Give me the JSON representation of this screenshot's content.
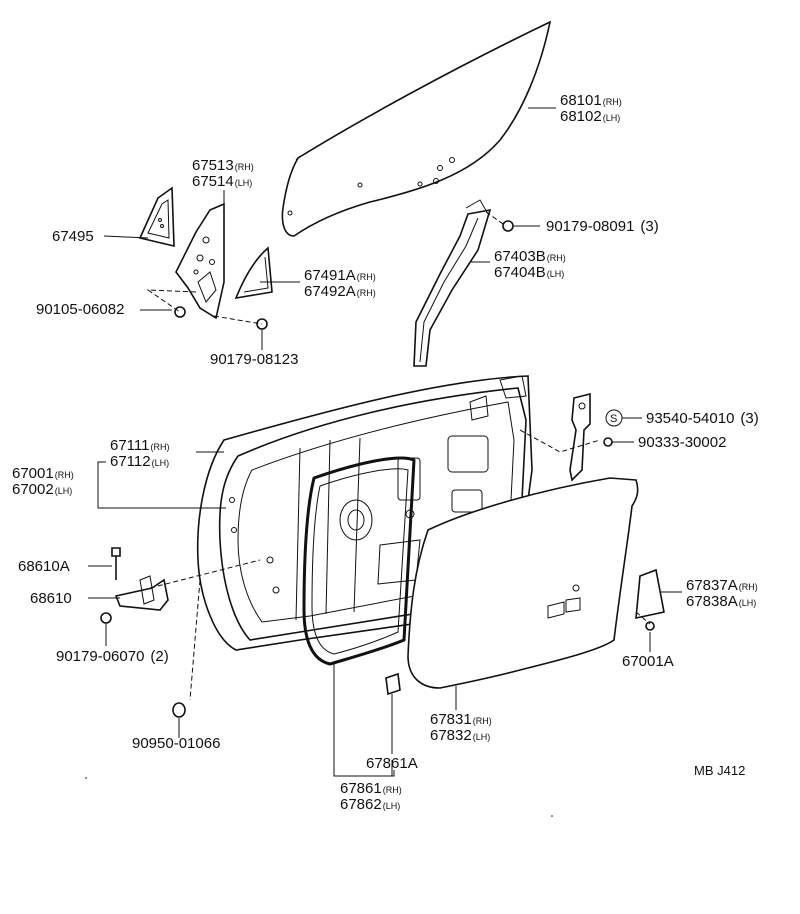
{
  "labels": {
    "l68101": "68101",
    "l68101_side": "(RH)",
    "l68102": "68102",
    "l68102_side": "(LH)",
    "l67513": "67513",
    "l67513_side": "(RH)",
    "l67514": "67514",
    "l67514_side": "(LH)",
    "l67495": "67495",
    "l90179_08091": "90179-08091",
    "l90179_08091_qty": "(3)",
    "l67403B": "67403B",
    "l67403B_side": "(RH)",
    "l67404B": "67404B",
    "l67404B_side": "(LH)",
    "l67491A": "67491A",
    "l67491A_side": "(RH)",
    "l67492A": "67492A",
    "l67492A_side": "(RH)",
    "l90105_06082": "90105-06082",
    "l90179_08123": "90179-08123",
    "l93540_54010": "93540-54010",
    "l93540_54010_qty": "(3)",
    "l90333_30002": "90333-30002",
    "s_marker": "S",
    "l67111": "67111",
    "l67111_side": "(RH)",
    "l67112": "67112",
    "l67112_side": "(LH)",
    "l67001": "67001",
    "l67001_side": "(RH)",
    "l67002": "67002",
    "l67002_side": "(LH)",
    "l68610A": "68610A",
    "l68610": "68610",
    "l90179_06070": "90179-06070",
    "l90179_06070_qty": "(2)",
    "l67837A": "67837A",
    "l67837A_side": "(RH)",
    "l67838A": "67838A",
    "l67838A_side": "(LH)",
    "l67001A": "67001A",
    "l90950_01066": "90950-01066",
    "l67831": "67831",
    "l67831_side": "(RH)",
    "l67832": "67832",
    "l67832_side": "(LH)",
    "l67861A": "67861A",
    "l67861": "67861",
    "l67861_side": "(RH)",
    "l67862": "67862",
    "l67862_side": "(LH)",
    "diagram_code": "MB J412"
  }
}
